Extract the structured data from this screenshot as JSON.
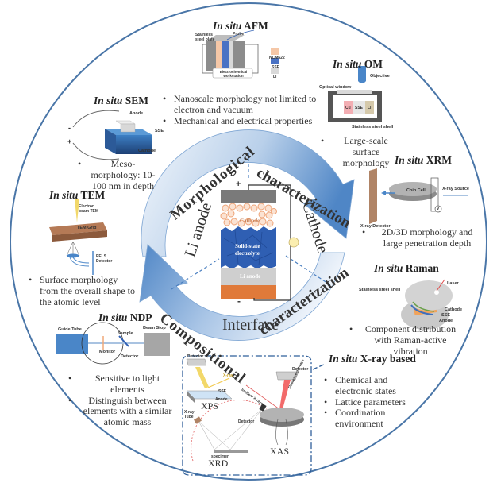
{
  "center": {
    "regions": [
      "Li anode",
      "Cathode",
      "Interface"
    ],
    "cell_layers": {
      "cathode": "Cathode",
      "electrolyte_line1": "Solid-state",
      "electrolyte_line2": "electrolyte",
      "anode": "Li anode"
    },
    "plus": "+",
    "minus": "-"
  },
  "arrows": {
    "morphological": [
      "Morphological",
      "characterization"
    ],
    "compositional": [
      "Compositional",
      "characterization"
    ]
  },
  "techniques": {
    "afm": {
      "prefix": "In situ",
      "name": "AFM",
      "labels": {
        "plate": "Stainless steel plate",
        "probe": "Probe",
        "ncm": "NCM622",
        "sse": "SSE",
        "li": "Li",
        "workstation": "Electrochemical workstation"
      },
      "bullets": [
        "Nanoscale morphology  not limited to electron and vacuum",
        "Mechanical and electrical properties"
      ]
    },
    "om": {
      "prefix": "In situ",
      "name": "OM",
      "labels": {
        "objective": "Objective",
        "window": "Optical window",
        "cu": "Cu",
        "sse": "SSE",
        "li": "Li",
        "shell": "Stainless steel shell"
      },
      "bullets": [
        "Large-scale surface morphology"
      ]
    },
    "sem": {
      "prefix": "In situ",
      "name": "SEM",
      "labels": {
        "anode": "Anode",
        "sse": "SSE",
        "cathode": "Cathode",
        "minus": "-",
        "plus": "+"
      },
      "bullets": [
        "Meso-morphology: 10-100 nm in depth"
      ]
    },
    "xrm": {
      "prefix": "In situ",
      "name": "XRM",
      "labels": {
        "coin": "Coin Cell",
        "source": "X-ray Source",
        "detector": "X-ray Detector",
        "v": "V"
      },
      "bullets": [
        "2D/3D morphology  and large penetration depth"
      ]
    },
    "tem": {
      "prefix": "In situ",
      "name": "TEM",
      "labels": {
        "beam": "Electron beam TEM",
        "grid": "TEM Grid",
        "eels": "EELS Detector"
      },
      "bullets": [
        "Surface  morphology  from the overall shape to the atomic level"
      ]
    },
    "raman": {
      "prefix": "In situ",
      "name": "Raman",
      "labels": {
        "laser": "Laser",
        "shell": "Stainless steel shell",
        "cathode": "Cathode",
        "sse": "SSE",
        "anode": "Anode"
      },
      "bullets": [
        "Component distribution with Raman-active vibration"
      ]
    },
    "ndp": {
      "prefix": "In situ",
      "name": "NDP",
      "labels": {
        "guide": "Guide Tube",
        "sample": "Sample",
        "stop": "Beam Stop",
        "monitor": "Monitor",
        "detector": "Detector"
      },
      "bullets": [
        "Sensitive to light elements",
        "Distinguish between elements with a similar atomic mass"
      ]
    },
    "xray": {
      "prefix": "In situ",
      "name": "X-ray based",
      "labels": {
        "xps": "XPS",
        "xrd": "XRD",
        "xas": "XAS",
        "detector": "Detector",
        "xray": "X-ray",
        "sse": "SSE",
        "anode": "Anode",
        "tube": "X-ray Tube",
        "specimen": "specimen",
        "incident": "Incident X-rays",
        "fluor": "Fluorescent X-rays"
      },
      "bullets": [
        "Chemical and electronic states",
        "Lattice parameters",
        "Coordination environment"
      ]
    }
  },
  "colors": {
    "circle": "#4a76a8",
    "arrow": "#5b8fc9",
    "electrolyte": "#2f5fb3",
    "cathode_particle": "#f2b48c",
    "anode_fill": "#e07a3a",
    "ncm": "#f5c7a7",
    "sse": "#4a72c4"
  }
}
